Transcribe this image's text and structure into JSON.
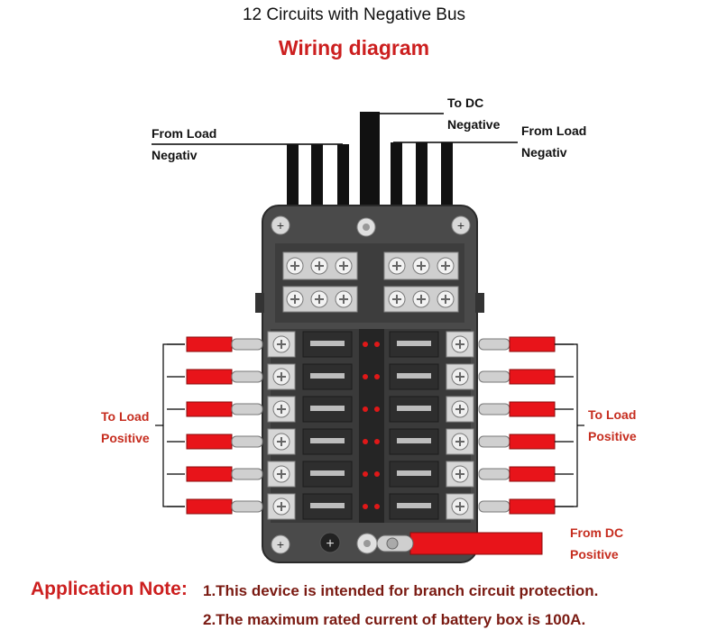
{
  "header": {
    "title": "12 Circuits with Negative Bus",
    "subtitle": "Wiring diagram"
  },
  "labels": {
    "to_dc_negative": [
      "To DC",
      "Negative"
    ],
    "from_load_negative_left": [
      "From Load",
      "Negativ"
    ],
    "from_load_negative_right": [
      "From Load",
      "Negativ"
    ],
    "to_load_positive_left": [
      "To Load",
      "Positive"
    ],
    "to_load_positive_right": [
      "To Load",
      "Positive"
    ],
    "from_dc_positive": [
      "From DC",
      "Positive"
    ]
  },
  "notes": {
    "heading": "Application Note:",
    "items": [
      "1.This device is intended for branch circuit protection.",
      "2.The maximum rated current of battery box is 100A."
    ]
  },
  "colors": {
    "title_red": "#cc1f1f",
    "label_red": "#c62d1f",
    "note_text": "#7a1a12",
    "box_body": "#4a4a4a",
    "wire_black": "#111111",
    "wire_red": "#e8141a",
    "led_red": "#e01818"
  },
  "fuse_rows": 6,
  "negative_terminals_per_side": 3
}
